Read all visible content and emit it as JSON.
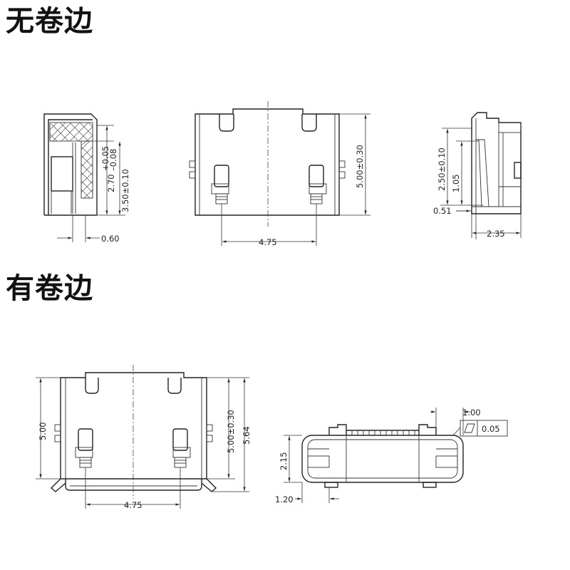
{
  "sections": {
    "without_curl": {
      "heading": "无卷边",
      "side_view": {
        "dims": {
          "thickness": "0.60",
          "h_total": "3.50±0.10",
          "h_inner": "2.70",
          "tol_plus": "+0.05",
          "tol_minus": "–0.08"
        }
      },
      "front_view": {
        "dims": {
          "width": "4.75",
          "height": "5.00±0.30"
        }
      },
      "right_view": {
        "dims": {
          "depth": "2.35",
          "h_a": "2.50±0.10",
          "h_b": "1.05",
          "offset": "0.51"
        }
      }
    },
    "with_curl": {
      "heading": "有卷边",
      "front_view": {
        "dims": {
          "width": "4.75",
          "height_left": "5.00",
          "height_right": "5.00±0.30",
          "height_total": "5.64"
        }
      },
      "end_view": {
        "dims": {
          "offset_top": "1.00",
          "flatness": "0.05",
          "height": "2.15",
          "offset_bottom": "1.20"
        }
      }
    }
  }
}
